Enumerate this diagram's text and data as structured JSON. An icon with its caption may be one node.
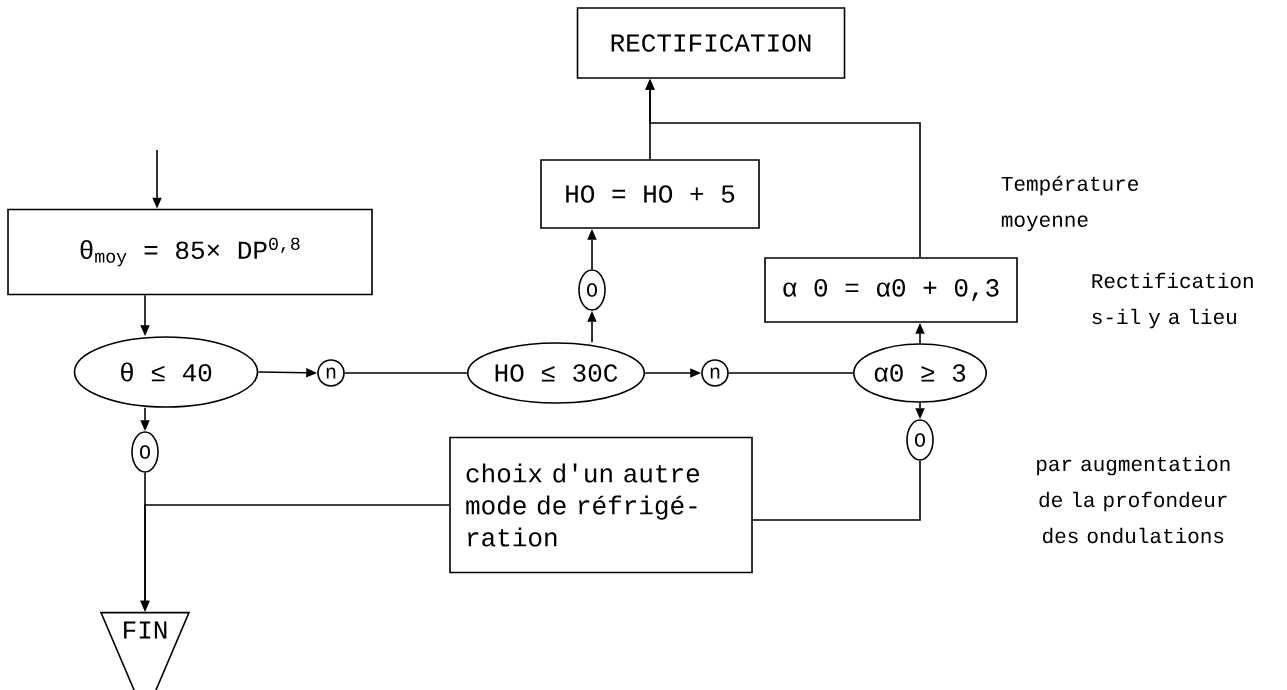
{
  "diagram": {
    "nodes": [
      {
        "text": [
          "RECTIFICATION"
        ]
      },
      {
        "text": [
          "HO = HO + 5"
        ]
      },
      {
        "text": [
          "θ$_{moy}$ = 85× DP$^{0,8}$"
        ]
      },
      {
        "text": [
          "α 0 = α0 + 0,3"
        ]
      },
      {
        "text": [
          "θ ≤ 40"
        ]
      },
      {
        "text": [
          "n"
        ]
      },
      {
        "text": [
          "HO ≤ 30C"
        ]
      },
      {
        "text": [
          "n"
        ]
      },
      {
        "text": [
          "α0 ≥ 3"
        ]
      },
      {
        "text": [
          "O"
        ]
      },
      {
        "text": [
          "O"
        ]
      },
      {
        "text": [
          "O"
        ]
      },
      {
        "text": [
          "choix d'un autre mode de réfrigé-ration"
        ]
      },
      {
        "text": [
          "FIN"
        ]
      }
    ],
    "edges": [
      {
        "from": null,
        "to": 2,
        "arrow": "to"
      },
      {
        "from": 2,
        "to": 4,
        "arrow": "to"
      },
      {
        "from": 4,
        "to": 5,
        "arrow": "to"
      },
      {
        "from": 5,
        "to": 6,
        "arrow": "none"
      },
      {
        "from": 6,
        "to": 7,
        "arrow": "to"
      },
      {
        "from": 7,
        "to": 8,
        "arrow": "none"
      },
      {
        "from": 6,
        "to": 9,
        "arrow": "to"
      },
      {
        "from": 9,
        "to": 1,
        "arrow": "to"
      },
      {
        "from": 1,
        "to": 0,
        "arrow": "to"
      },
      {
        "from": 8,
        "to": 3,
        "arrow": "to"
      },
      {
        "from": 3,
        "to": 0,
        "arrow": "to"
      },
      {
        "from": 8,
        "to": 11,
        "arrow": "to"
      },
      {
        "from": 11,
        "to": 12,
        "arrow": "none"
      },
      {
        "from": 4,
        "to": 10,
        "arrow": "to"
      },
      {
        "from": 10,
        "to": 13,
        "arrow": "to"
      },
      {
        "from": 12,
        "to": 13,
        "arrow": "to"
      }
    ],
    "labels": [
      "Température moyenne",
      "Rectification s-il y a lieu",
      "par augmentation de la profondeur des ondulations"
    ]
  }
}
